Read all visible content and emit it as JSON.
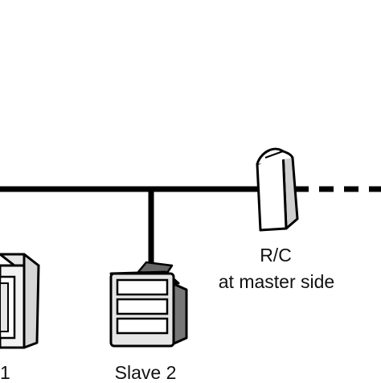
{
  "devices": {
    "remote_controller": {
      "line1": "R/C",
      "line2": "at master side"
    },
    "slave2": {
      "label": "Slave 2"
    },
    "slave1": {
      "label_visible_fragment": "1"
    }
  },
  "bus": {
    "continuation": "dashed"
  },
  "colors": {
    "line": "#000000",
    "device_fill": "#ffffff",
    "device_shade": "#e6e6e6",
    "dark_shade": "#555555",
    "text": "#111111"
  }
}
